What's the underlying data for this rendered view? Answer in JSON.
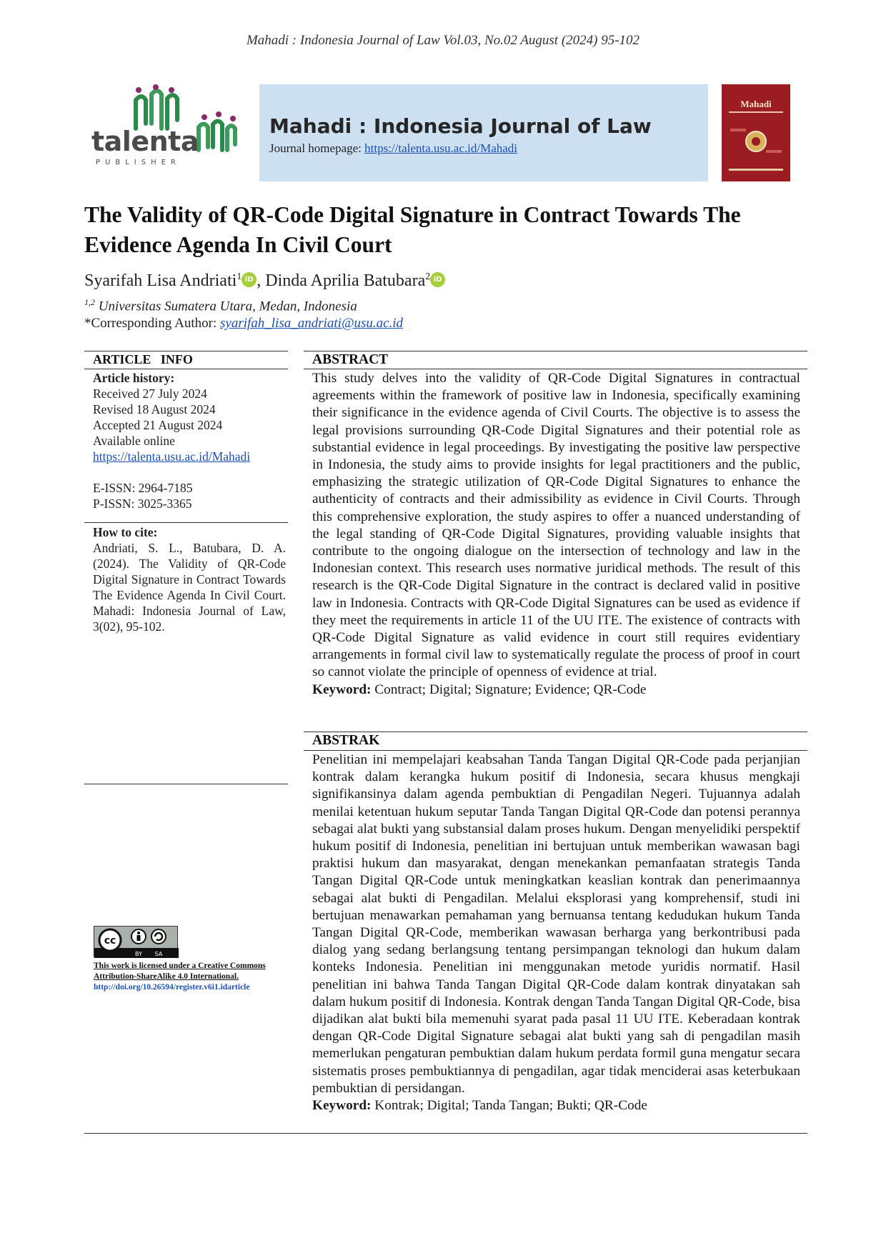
{
  "running_head": "Mahadi : Indonesia Journal of Law Vol.03, No.02 August (2024) 95-102",
  "publisher_logo": {
    "name": "talenta",
    "subtitle": "PUBLISHER"
  },
  "banner": {
    "journal_name": "Mahadi : Indonesia Journal of Law",
    "homepage_label": "Journal homepage: ",
    "homepage_url": "https://talenta.usu.ac.id/Mahadi"
  },
  "cover": {
    "title": "Mahadi"
  },
  "title": "The Validity of QR-Code Digital Signature in Contract Towards The Evidence Agenda In Civil Court",
  "authors": [
    {
      "name": "Syarifah Lisa Andriati",
      "sup": "1"
    },
    {
      "name": "Dinda Aprilia Batubara",
      "sup": "2"
    }
  ],
  "author_separator": ", ",
  "orcid_label": "iD",
  "affiliation": {
    "sup": "1,2",
    "text": " Universitas Sumatera Utara, Medan, Indonesia"
  },
  "corresponding": {
    "label": "*Corresponding Author: ",
    "email": "syarifah_lisa_andriati@usu.ac.id"
  },
  "article_info": {
    "heading": "ARTICLE   INFO",
    "history_label": "Article history:",
    "received": "Received 27 July 2024",
    "revised": "Revised 18 August 2024",
    "accepted": "Accepted 21 August 2024",
    "available": "Available online",
    "url": "https://talenta.usu.ac.id/Mahadi",
    "eissn": "E-ISSN: 2964-7185",
    "pissn": "P-ISSN: 3025-3365"
  },
  "citation": {
    "heading": "How to cite:",
    "text": "Andriati, S. L., Batubara, D. A. (2024). The Validity of QR-Code Digital Signature in Contract Towards The Evidence Agenda In Civil Court. Mahadi: Indonesia Journal of Law, 3(02), 95-102."
  },
  "license": {
    "badge": {
      "cc": "cc",
      "by": "BY",
      "sa": "SA"
    },
    "text": "This work is licensed under a Creative Commons Attribution-ShareAlike 4.0 International.",
    "doi": "http://doi.org/10.26594/register.v6i1.idarticle"
  },
  "abstract": {
    "heading": "ABSTRACT",
    "text": "This study delves into the validity of QR-Code Digital Signatures in contractual agreements within the framework of positive law in Indonesia, specifically examining their significance in the evidence agenda of Civil Courts. The objective is to assess the legal provisions surrounding QR-Code Digital Signatures and their potential role as substantial evidence in legal proceedings. By investigating the positive law perspective in Indonesia, the study aims to provide insights for legal practitioners and the public, emphasizing the strategic utilization of QR-Code Digital Signatures to enhance the authenticity of contracts and their admissibility as evidence in Civil Courts. Through this comprehensive exploration, the study aspires to offer a nuanced understanding of the legal standing of QR-Code Digital Signatures, providing valuable insights that contribute to the ongoing dialogue on the intersection of technology and law in the Indonesian context. This research uses normative juridical methods. The result of this research is the QR-Code Digital Signature in the contract is declared valid in positive law in Indonesia. Contracts with QR-Code Digital Signatures can be used as evidence if they meet the requirements in article 11 of the UU ITE. The existence of contracts with QR-Code Digital Signature as valid evidence in court still requires evidentiary arrangements in formal civil law to systematically regulate the process of proof in court so cannot violate the principle of openness of evidence at trial.",
    "keyword_label": "Keyword:",
    "keywords": " Contract; Digital; Signature; Evidence; QR-Code"
  },
  "abstrak": {
    "heading": "ABSTRAK",
    "text": "Penelitian ini mempelajari keabsahan Tanda Tangan Digital QR-Code pada perjanjian kontrak dalam kerangka hukum positif di Indonesia, secara khusus mengkaji signifikansinya dalam agenda pembuktian di Pengadilan Negeri. Tujuannya adalah menilai ketentuan hukum seputar Tanda Tangan Digital QR-Code dan potensi perannya sebagai alat bukti yang substansial dalam proses hukum. Dengan menyelidiki perspektif hukum positif di Indonesia, penelitian ini bertujuan untuk memberikan wawasan bagi praktisi hukum dan masyarakat, dengan menekankan pemanfaatan strategis Tanda Tangan Digital QR-Code untuk meningkatkan keaslian kontrak dan penerimaannya sebagai alat bukti di Pengadilan. Melalui eksplorasi yang komprehensif, studi ini bertujuan menawarkan pemahaman yang bernuansa tentang kedudukan hukum Tanda Tangan Digital QR-Code, memberikan wawasan berharga yang berkontribusi pada dialog yang sedang berlangsung tentang persimpangan teknologi dan hukum dalam konteks Indonesia. Penelitian ini menggunakan metode yuridis normatif. Hasil penelitian ini bahwa Tanda Tangan Digital QR-Code dalam kontrak dinyatakan sah dalam hukum positif di Indonesia. Kontrak dengan Tanda Tangan Digital QR-Code, bisa dijadikan alat bukti bila memenuhi syarat pada pasal 11 UU ITE. Keberadaan kontrak dengan QR-Code Digital Signature sebagai alat bukti yang sah di pengadilan masih memerlukan pengaturan pembuktian dalam hukum perdata formil guna mengatur secara sistematis proses pembuktiannya di pengadilan, agar tidak mencideraі asas keterbukaan pembuktian di persidangan.",
    "keyword_label": "Keyword:",
    "keywords": " Kontrak; Digital; Tanda Tangan; Bukti; QR-Code"
  }
}
